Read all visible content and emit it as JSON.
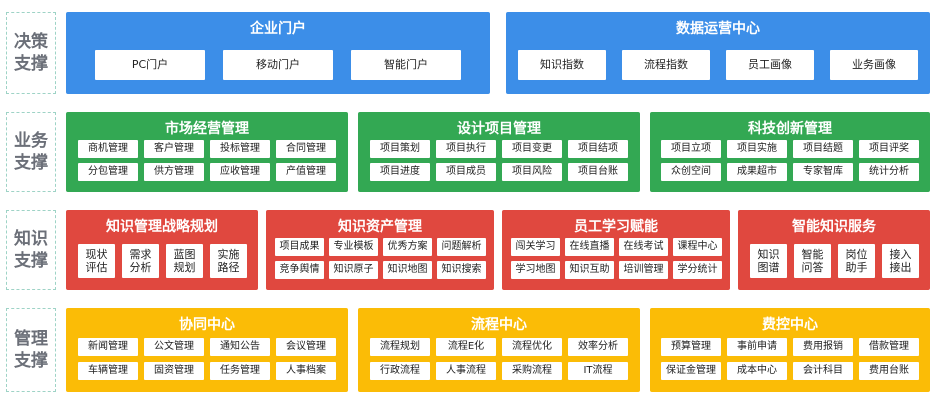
{
  "rows": [
    {
      "label": "决策\n支撑"
    },
    {
      "label": "业务\n支撑"
    },
    {
      "label": "知识\n支撑"
    },
    {
      "label": "管理\n支撑"
    }
  ],
  "colors": {
    "blue": "#3c8ee8",
    "green": "#33a853",
    "red": "#e0483f",
    "yellow": "#fbbc06"
  },
  "panels": [
    {
      "title": "企业门户",
      "items": [
        "PC门户",
        "移动门户",
        "智能门户"
      ]
    },
    {
      "title": "数据运营中心",
      "items": [
        "知识指数",
        "流程指数",
        "员工画像",
        "业务画像"
      ]
    },
    {
      "title": "市场经营管理",
      "items": [
        "商机管理",
        "客户管理",
        "投标管理",
        "合同管理",
        "分包管理",
        "供方管理",
        "应收管理",
        "产值管理"
      ]
    },
    {
      "title": "设计项目管理",
      "items": [
        "项目策划",
        "项目执行",
        "项目变更",
        "项目结项",
        "项目进度",
        "项目成员",
        "项目风险",
        "项目台账"
      ]
    },
    {
      "title": "科技创新管理",
      "items": [
        "项目立项",
        "项目实施",
        "项目结题",
        "项目评奖",
        "众创空间",
        "成果超市",
        "专家智库",
        "统计分析"
      ]
    },
    {
      "title": "知识管理战略规划",
      "items": [
        "现状\n评估",
        "需求\n分析",
        "蓝图\n规划",
        "实施\n路径"
      ]
    },
    {
      "title": "知识资产管理",
      "items": [
        "项目成果",
        "专业模板",
        "优秀方案",
        "问题解析",
        "竞争舆情",
        "知识原子",
        "知识地图",
        "知识搜索"
      ]
    },
    {
      "title": "员工学习赋能",
      "items": [
        "闯关学习",
        "在线直播",
        "在线考试",
        "课程中心",
        "学习地图",
        "知识互助",
        "培训管理",
        "学分统计"
      ]
    },
    {
      "title": "智能知识服务",
      "items": [
        "知识\n图谱",
        "智能\n问答",
        "岗位\n助手",
        "接入\n接出"
      ]
    },
    {
      "title": "协同中心",
      "items": [
        "新闻管理",
        "公文管理",
        "通知公告",
        "会议管理",
        "车辆管理",
        "固资管理",
        "任务管理",
        "人事档案"
      ]
    },
    {
      "title": "流程中心",
      "items": [
        "流程规划",
        "流程E化",
        "流程优化",
        "效率分析",
        "行政流程",
        "人事流程",
        "采购流程",
        "IT流程"
      ]
    },
    {
      "title": "费控中心",
      "items": [
        "预算管理",
        "事前申请",
        "费用报销",
        "借款管理",
        "保证金管理",
        "成本中心",
        "会计科目",
        "费用台账"
      ]
    }
  ]
}
